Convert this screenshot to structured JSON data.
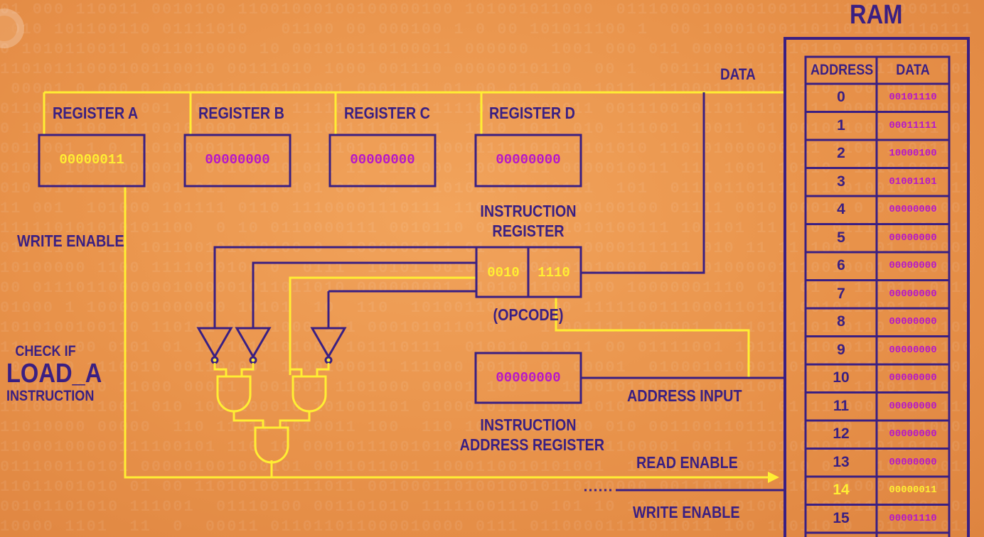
{
  "title": "RAM",
  "labels": {
    "data": "DATA",
    "write_enable_left": "WRITE ENABLE",
    "check_if": "CHECK IF",
    "load_a": "LOAD_A",
    "instruction": "INSTRUCTION",
    "instruction_register_1": "INSTRUCTION",
    "instruction_register_2": "REGISTER",
    "opcode": "(OPCODE)",
    "address_input": "ADDRESS INPUT",
    "iar_1": "INSTRUCTION",
    "iar_2": "ADDRESS REGISTER",
    "read_enable": "READ ENABLE",
    "write_enable_bottom": "WRITE ENABLE"
  },
  "registers": [
    {
      "name": "REGISTER A",
      "value": "00000011"
    },
    {
      "name": "REGISTER B",
      "value": "00000000"
    },
    {
      "name": "REGISTER C",
      "value": "00000000"
    },
    {
      "name": "REGISTER D",
      "value": "00000000"
    }
  ],
  "instruction_register": {
    "opcode": "0010",
    "address": "1110"
  },
  "instruction_address_register": {
    "value": "00000000"
  },
  "ram": {
    "headers": [
      "ADDRESS",
      "DATA"
    ],
    "rows": [
      {
        "address": "0",
        "data": "00101110"
      },
      {
        "address": "1",
        "data": "00011111"
      },
      {
        "address": "2",
        "data": "10000100"
      },
      {
        "address": "3",
        "data": "01001101"
      },
      {
        "address": "4",
        "data": "00000000"
      },
      {
        "address": "5",
        "data": "00000000"
      },
      {
        "address": "6",
        "data": "00000000"
      },
      {
        "address": "7",
        "data": "00000000"
      },
      {
        "address": "8",
        "data": "00000000"
      },
      {
        "address": "9",
        "data": "00000000"
      },
      {
        "address": "10",
        "data": "00000000"
      },
      {
        "address": "11",
        "data": "00000000"
      },
      {
        "address": "12",
        "data": "00000000"
      },
      {
        "address": "13",
        "data": "00000000"
      },
      {
        "address": "14",
        "data": "00000011"
      },
      {
        "address": "15",
        "data": "00001110"
      }
    ]
  },
  "colors": {
    "background": "#e8924a",
    "stroke": "#3a1f82",
    "wire_active": "#ffee33",
    "bits": "#b517c9"
  }
}
